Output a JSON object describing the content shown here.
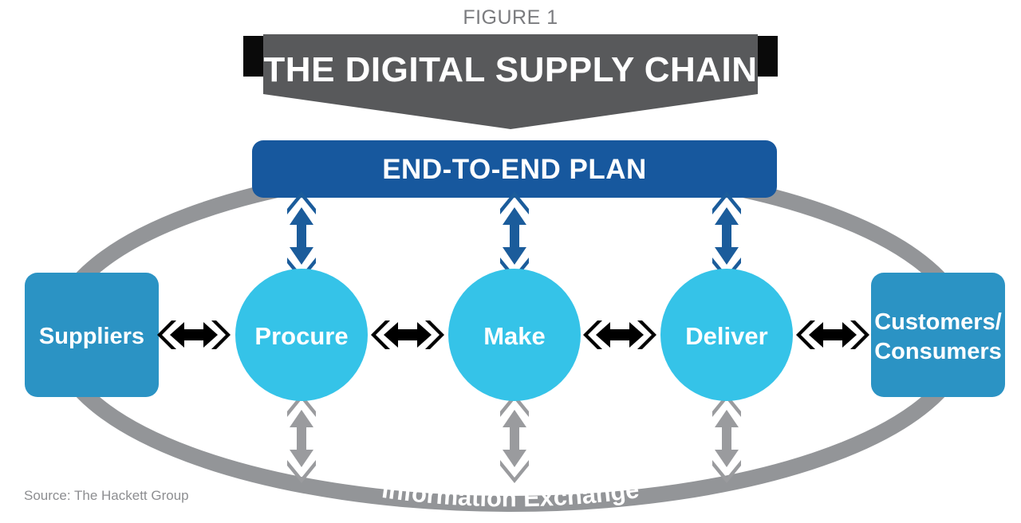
{
  "figure": {
    "label": "FIGURE 1",
    "title": "THE DIGITAL SUPPLY CHAIN",
    "source": "Source: The Hackett Group"
  },
  "plan_bar": {
    "label": "END-TO-END PLAN"
  },
  "loop": {
    "label": "Information Exchange"
  },
  "endpoints": {
    "left": {
      "label": "Suppliers"
    },
    "right": {
      "line1": "Customers/",
      "line2": "Consumers"
    }
  },
  "process_nodes": [
    {
      "label": "Procure"
    },
    {
      "label": "Make"
    },
    {
      "label": "Deliver"
    }
  ],
  "connectors": {
    "horizontal_count": 4,
    "vertical_up_count": 3,
    "vertical_down_count": 3,
    "kind": "double-headed-arrow"
  },
  "colors": {
    "banner_gray": "#58595b",
    "banner_tail_black": "#0a0a0a",
    "plan_navy": "#17589e",
    "node_cyan": "#35c3e8",
    "endpoint_blue": "#2b93c4",
    "loop_gray": "#939598",
    "arrow_black": "#000000",
    "arrow_navy": "#1b5c9b",
    "arrow_gray": "#9a9b9e",
    "figure_label_gray": "#7b7c7f",
    "source_gray": "#8d8e91",
    "background": "#ffffff"
  }
}
